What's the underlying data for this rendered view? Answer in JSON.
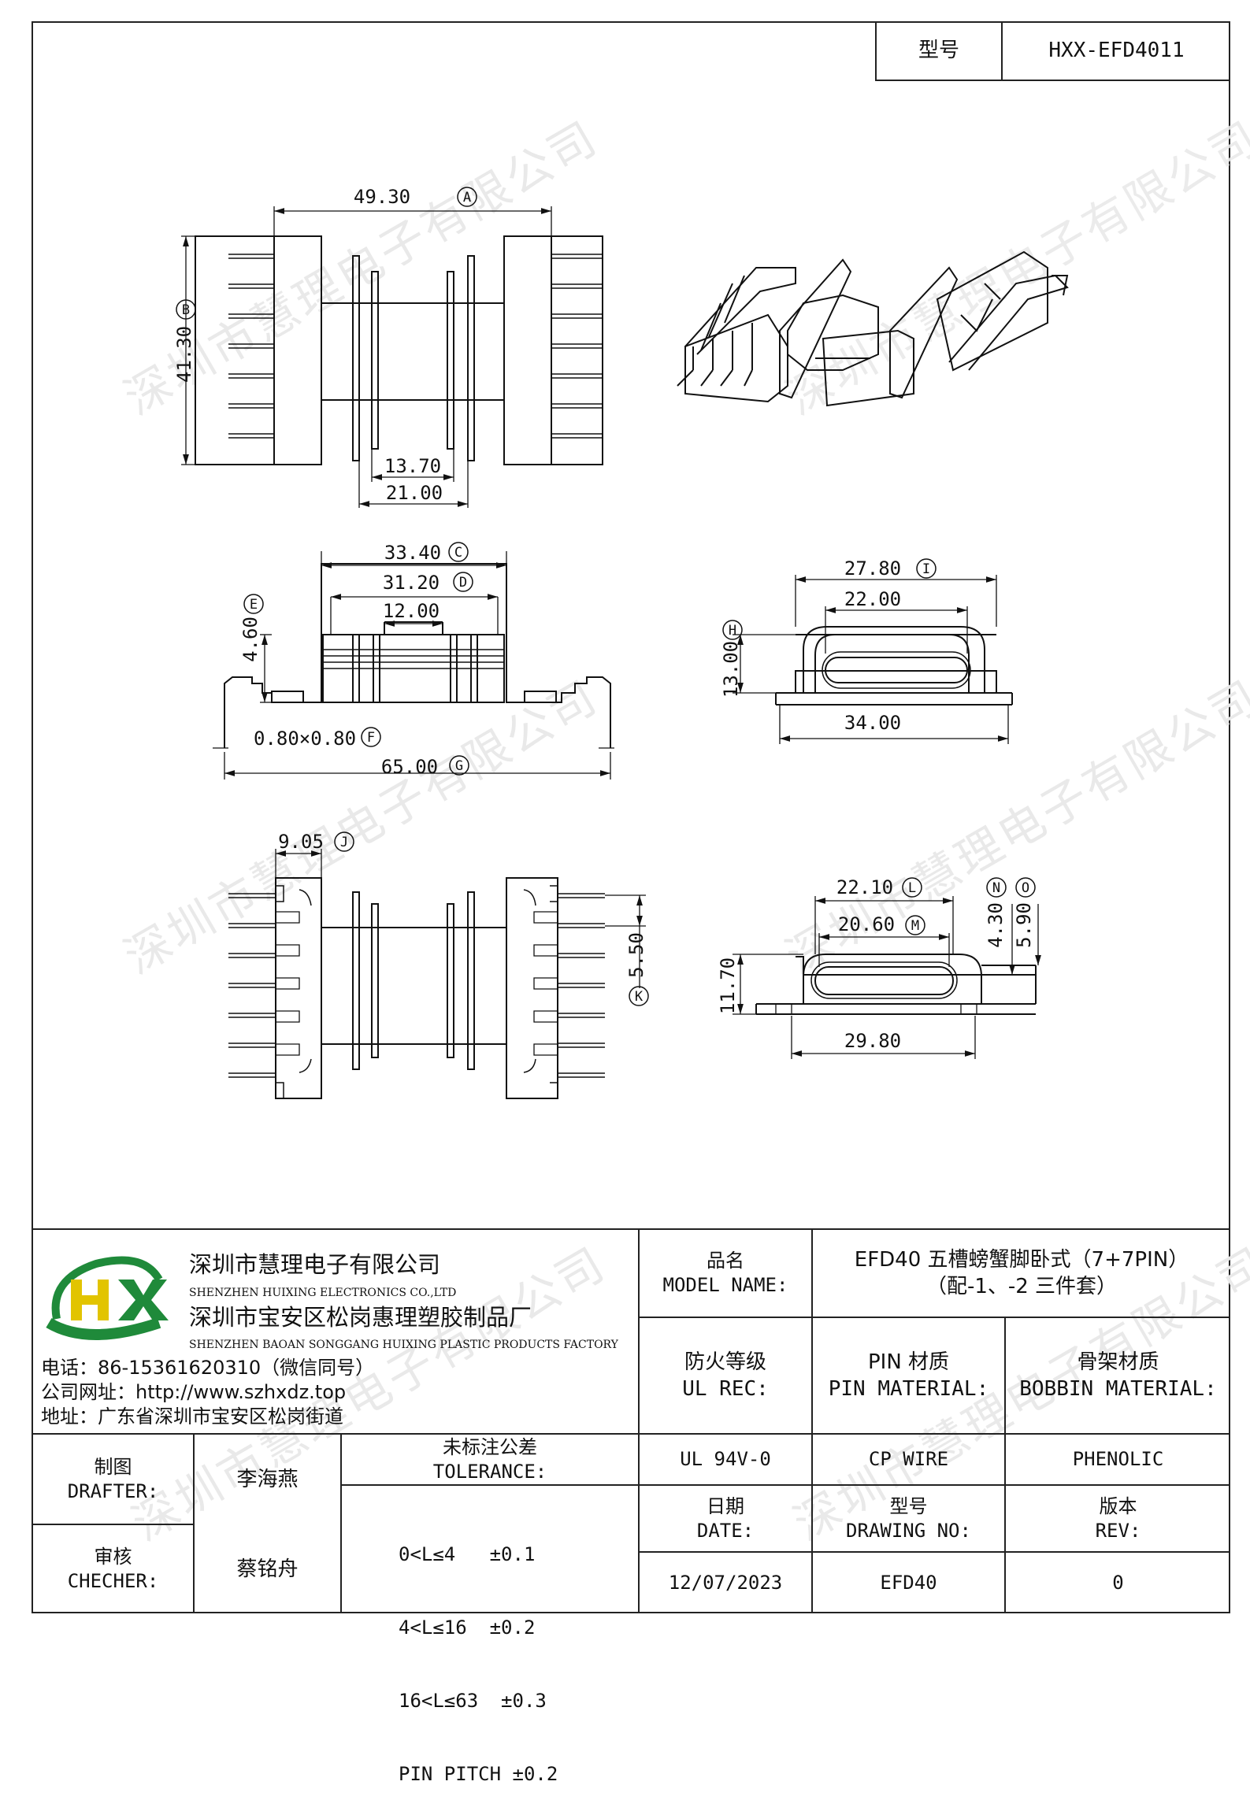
{
  "model_box": {
    "label": "型号",
    "value": "HXX-EFD4011"
  },
  "watermark": "深圳市慧理电子有限公司",
  "dims": {
    "A": "49.30",
    "B": "41.30",
    "w1": "13.70",
    "w2": "21.00",
    "C": "33.40",
    "D": "31.20",
    "w3": "12.00",
    "E": "4.60",
    "F": "0.80×0.80",
    "G": "65.00",
    "I": "27.80",
    "w4": "22.00",
    "H": "13.00",
    "w5": "34.00",
    "J": "9.05",
    "K": "5.50",
    "L": "22.10",
    "M": "20.60",
    "N": "4.30",
    "O": "5.90",
    "h2": "11.70",
    "w6": "29.80"
  },
  "circle_labels": {
    "A": "A",
    "B": "B",
    "C": "C",
    "D": "D",
    "E": "E",
    "F": "F",
    "G": "G",
    "H": "H",
    "I": "I",
    "J": "J",
    "K": "K",
    "L": "L",
    "M": "M",
    "N": "N",
    "O": "O"
  },
  "company": {
    "name_cn": "深圳市慧理电子有限公司",
    "name_en": "SHENZHEN HUIXING ELECTRONICS CO.,LTD",
    "factory_cn": "深圳市宝安区松岗惠理塑胶制品厂",
    "factory_en": "SHENZHEN BAOAN SONGGANG HUIXING PLASTIC PRODUCTS FACTORY",
    "phone": "电话：86-15361620310（微信同号）",
    "website": "公司网址：http://www.szhxdz.top",
    "address": "地址：广东省深圳市宝安区松岗街道",
    "logo_text": "HX"
  },
  "title_block": {
    "product_name_label_cn": "品名",
    "product_name_label_en": "MODEL NAME:",
    "product_name_line1": "EFD40 五槽螃蟹脚卧式（7+7PIN）",
    "product_name_line2": "（配-1、-2 三件套）",
    "fire_label_cn": "防火等级",
    "fire_label_en": "UL REC:",
    "pin_label_cn": "PIN 材质",
    "pin_label_en": "PIN MATERIAL:",
    "bobbin_label_cn": "骨架材质",
    "bobbin_label_en": "BOBBIN MATERIAL:",
    "fire_value": "UL 94V-0",
    "pin_value": "CP WIRE",
    "bobbin_value": "PHENOLIC",
    "drafter_cn": "制图",
    "drafter_en": "DRAFTER:",
    "drafter_name": "李海燕",
    "checker_cn": "审核",
    "checker_en": "CHECHER:",
    "checker_name": "蔡铭舟",
    "tolerance_cn": "未标注公差",
    "tolerance_en": "TOLERANCE:",
    "tolerance_lines": [
      "0<L≤4   ±0.1",
      "4<L≤16  ±0.2",
      "16<L≤63  ±0.3",
      "PIN PITCH ±0.2"
    ],
    "date_cn": "日期",
    "date_en": "DATE:",
    "date_value": "12/07/2023",
    "drawing_no_cn": "型号",
    "drawing_no_en": "DRAWING NO:",
    "drawing_no_value": "EFD40",
    "rev_cn": "版本",
    "rev_en": "REV:",
    "rev_value": "0"
  }
}
